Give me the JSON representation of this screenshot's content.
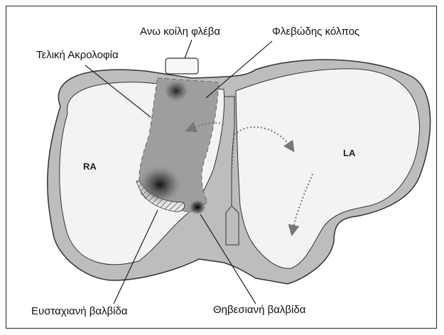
{
  "labels": {
    "svc": "Ανω κοίλη φλέβα",
    "sinus": "Φλεβώδης κόλπος",
    "crista": "Τελική Ακρολοφία",
    "ra": "RA",
    "la": "LA",
    "eustachian": "Ευσταχιανή βαλβίδα",
    "thebesian": "Θηβεσιανή βαλβίδα"
  },
  "colors": {
    "outline": "#333333",
    "wall": "#bdbdbd",
    "chamber": "#f2f2f2",
    "shading": "#1a1a1a"
  }
}
